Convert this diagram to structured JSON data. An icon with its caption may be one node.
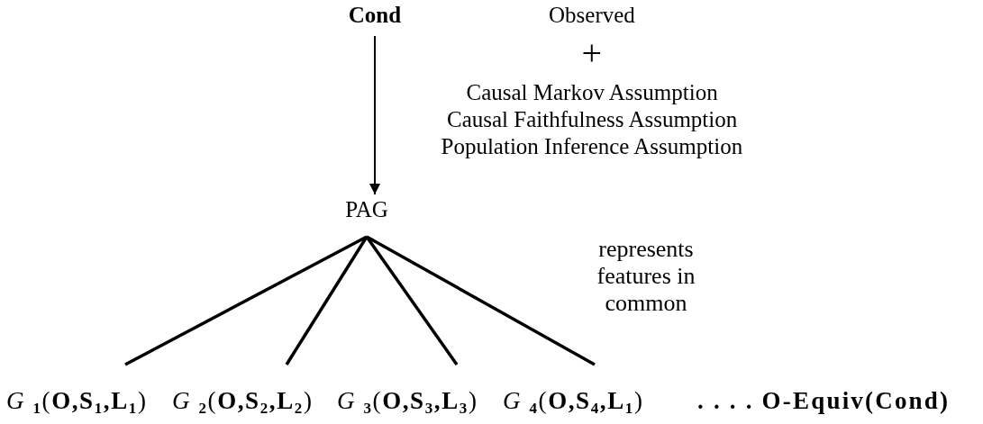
{
  "diagram": {
    "nodes": [
      {
        "text": [
          "**Cond**"
        ]
      },
      {
        "text": [
          "PAG"
        ]
      },
      {
        "text": [
          "*G* $_{1}$(**O,S**$_{1}$**,L**$_{1}$)"
        ]
      },
      {
        "text": [
          "*G* $_{2}$(**O,S**$_{2}$**,L**$_{2}$)"
        ]
      },
      {
        "text": [
          "*G* $_{3}$(**O,S**$_{3}$**,L**$_{3}$)"
        ]
      },
      {
        "text": [
          "*G* $_{4}$(**O,S**$_{4}$**,L**$_{1}$)"
        ]
      }
    ],
    "edges": [
      {
        "from": 0,
        "to": 1,
        "arrow": "to"
      },
      {
        "from": 1,
        "to": 2,
        "arrow": "none"
      },
      {
        "from": 1,
        "to": 3,
        "arrow": "none"
      },
      {
        "from": 1,
        "to": 4,
        "arrow": "none"
      },
      {
        "from": 1,
        "to": 5,
        "arrow": "none"
      }
    ],
    "labels": [
      "Observed",
      "+",
      "Causal Markov Assumption",
      "Causal Faithfulness Assumption",
      "Population Inference Assumption",
      "represents features in common",
      "**. . . . O-Equiv(Cond)**"
    ]
  }
}
